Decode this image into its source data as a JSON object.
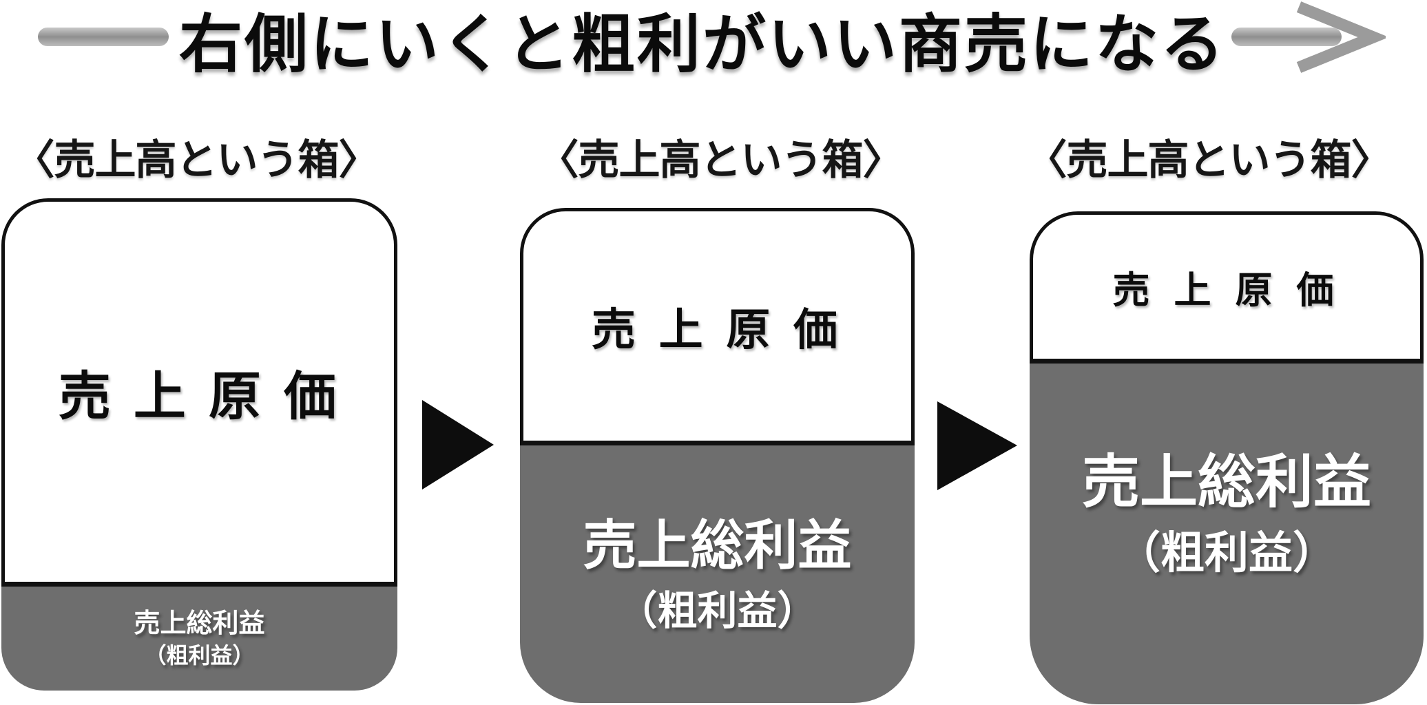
{
  "title": "右側にいくと粗利がいい商売になる",
  "boxes": [
    {
      "label": "〈売上高という箱〉",
      "cost_label": "売 上 原 価",
      "profit_label": "売上総利益",
      "profit_sublabel": "（粗利益）"
    },
    {
      "label": "〈売上高という箱〉",
      "cost_label": "売 上 原 価",
      "profit_label": "売上総利益",
      "profit_sublabel": "（粗利益）"
    },
    {
      "label": "〈売上高という箱〉",
      "cost_label": "売 上 原 価",
      "profit_label": "売上総利益",
      "profit_sublabel": "（粗利益）"
    }
  ],
  "colors": {
    "section_gray": "#6e6e6e",
    "arrow_gray": "#9b9b9b",
    "ink_black": "#111111"
  }
}
